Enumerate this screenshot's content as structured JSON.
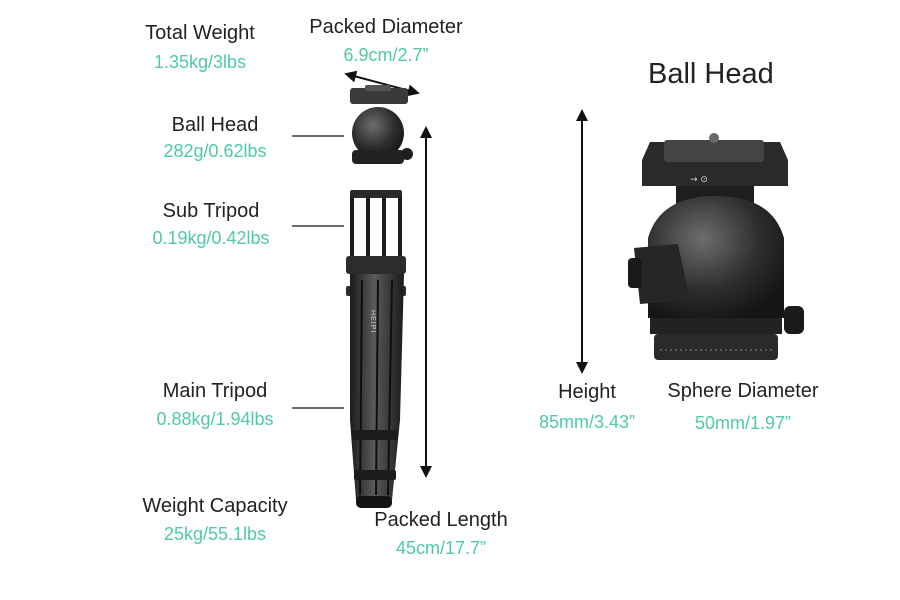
{
  "specs": {
    "total_weight": {
      "label": "Total Weight",
      "value": "1.35kg/3lbs"
    },
    "packed_diameter": {
      "label": "Packed Diameter",
      "value": "6.9cm/2.7”"
    },
    "ball_head_weight": {
      "label": "Ball Head",
      "value": "282g/0.62lbs"
    },
    "sub_tripod": {
      "label": "Sub Tripod",
      "value": "0.19kg/0.42lbs"
    },
    "main_tripod": {
      "label": "Main Tripod",
      "value": "0.88kg/1.94lbs"
    },
    "weight_capacity": {
      "label": "Weight Capacity",
      "value": "25kg/55.1lbs"
    },
    "packed_length": {
      "label": "Packed Length",
      "value": "45cm/17.7”"
    }
  },
  "ball_head_panel": {
    "title": "Ball Head",
    "height": {
      "label": "Height",
      "value": "85mm/3.43”"
    },
    "sphere_diameter": {
      "label": "Sphere Diameter",
      "value": "50mm/1.97”"
    }
  },
  "tripod_brand_mark": "HEIPI",
  "colors": {
    "label": "#222222",
    "accent": "#4fc9a8",
    "product": "#2b2b2b"
  }
}
